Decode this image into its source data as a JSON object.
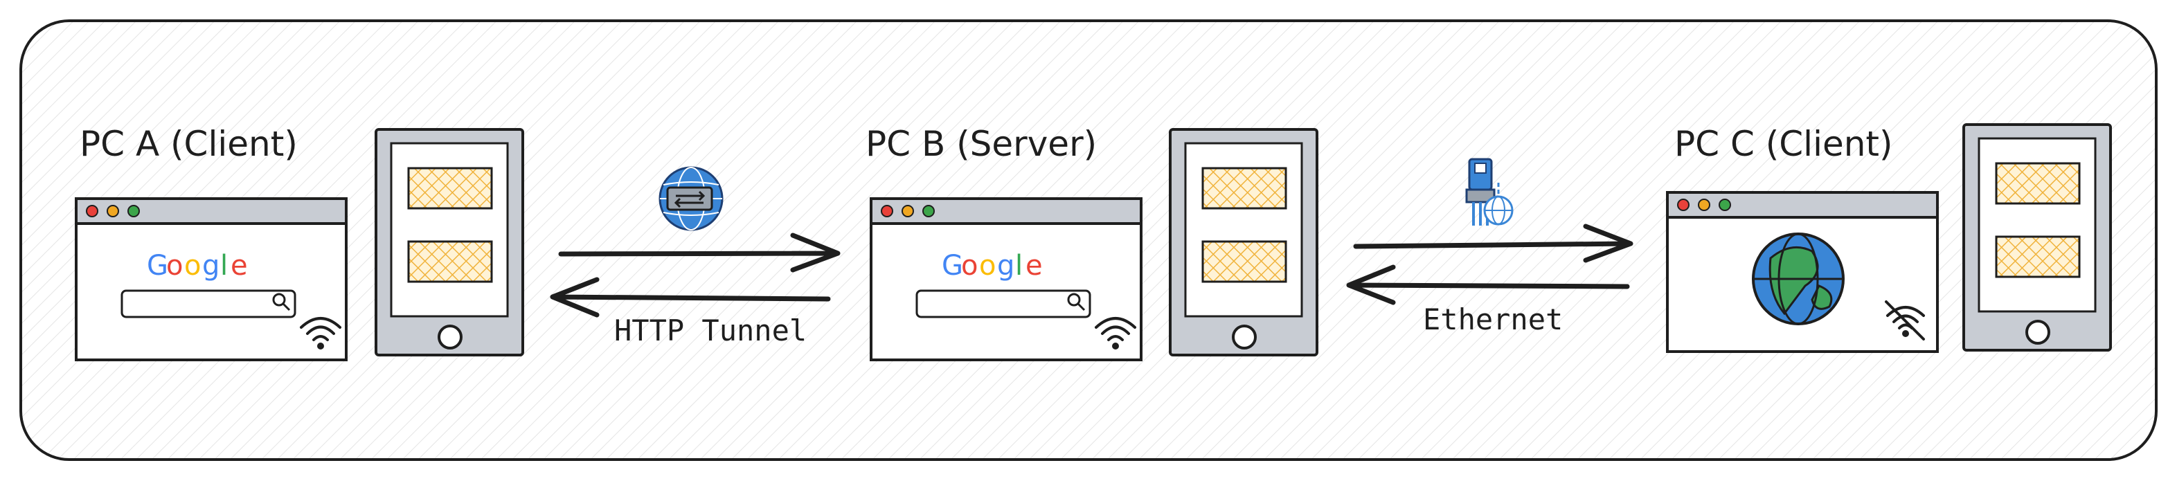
{
  "nodes": {
    "pc_a": {
      "title": "PC A (Client)",
      "browser_brand": "Google"
    },
    "pc_b": {
      "title": "PC B (Server)",
      "browser_brand": "Google"
    },
    "pc_c": {
      "title": "PC C (Client)"
    }
  },
  "links": {
    "a_b": {
      "label": "HTTP Tunnel"
    },
    "b_c": {
      "label": "Ethernet"
    }
  },
  "colors": {
    "stroke": "#1e1e1e",
    "window_bar": "#c8ccd3",
    "dot_red": "#e8413a",
    "dot_orange": "#f0a722",
    "dot_green": "#3ca54a",
    "hatch_fill": "#f7c35a",
    "globe_blue": "#3a86d6",
    "globe_green": "#3fa35a",
    "google_blue": "#4285f4",
    "google_red": "#ea4335",
    "google_yellow": "#fbbc05",
    "google_green": "#34a853"
  },
  "icons": [
    "wifi-icon",
    "wifi-off-icon",
    "globe-tunnel-icon",
    "ethernet-plug-icon",
    "world-globe-icon",
    "search-icon"
  ]
}
